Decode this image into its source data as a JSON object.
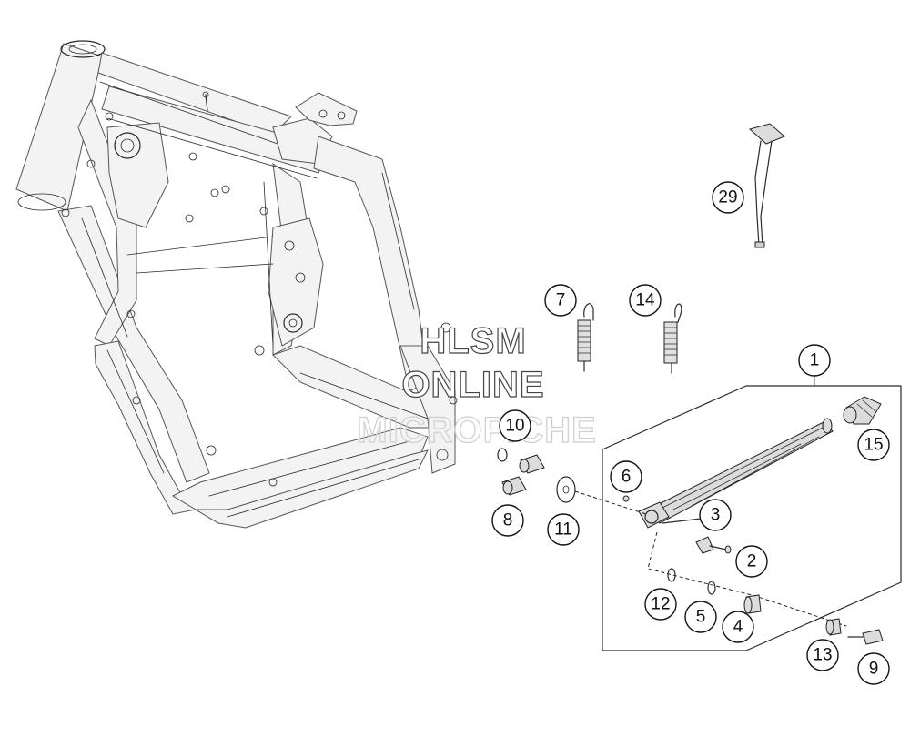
{
  "watermark": {
    "line1": "HLSM",
    "line2": "ONLINE",
    "line3": "MICROFICHE"
  },
  "callouts": [
    {
      "id": "1",
      "label": "1"
    },
    {
      "id": "2",
      "label": "2"
    },
    {
      "id": "3",
      "label": "3"
    },
    {
      "id": "4",
      "label": "4"
    },
    {
      "id": "5",
      "label": "5"
    },
    {
      "id": "6",
      "label": "6"
    },
    {
      "id": "7",
      "label": "7"
    },
    {
      "id": "8",
      "label": "8"
    },
    {
      "id": "9",
      "label": "9"
    },
    {
      "id": "10",
      "label": "10"
    },
    {
      "id": "11",
      "label": "11"
    },
    {
      "id": "12",
      "label": "12"
    },
    {
      "id": "13",
      "label": "13"
    },
    {
      "id": "14",
      "label": "14"
    },
    {
      "id": "15",
      "label": "15"
    },
    {
      "id": "29",
      "label": "29"
    }
  ]
}
